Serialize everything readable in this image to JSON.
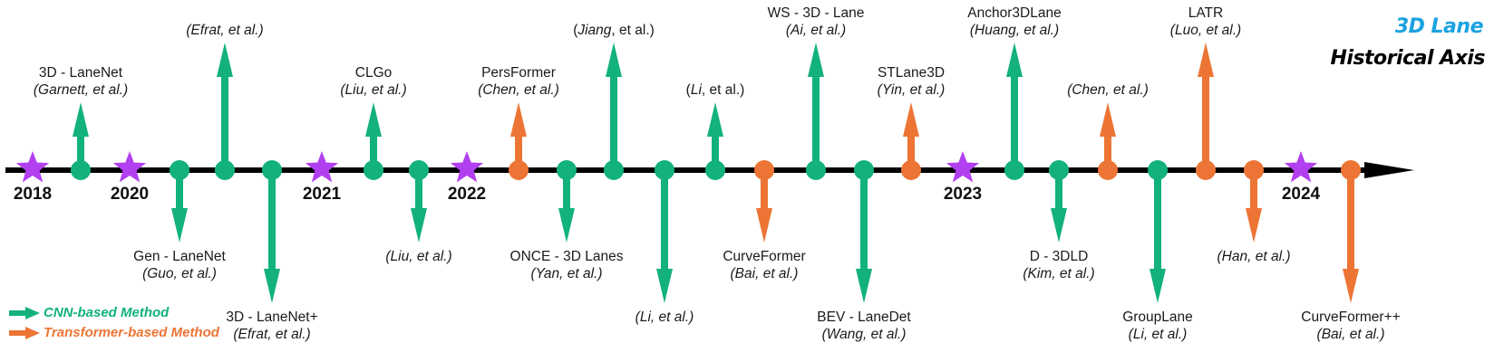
{
  "title": {
    "line1": "3D Lane",
    "line2": "Historical Axis"
  },
  "colors": {
    "cnn": "#12b27a",
    "transformer": "#ec7535",
    "year_star": "#b23ff0",
    "axis": "#000000",
    "title_accent": "#1aa3e0"
  },
  "legend": [
    {
      "label": "CNN-based Method",
      "type": "cnn"
    },
    {
      "label": "Transformer-based Method",
      "type": "transformer"
    }
  ],
  "years": [
    "2018",
    "2020",
    "2021",
    "2022",
    "2023",
    "2024"
  ],
  "milestones": [
    {
      "name": "3D - LaneNet",
      "author": "Garnett",
      "suffix": ", et al.",
      "type": "cnn",
      "direction": "up",
      "level": 1
    },
    {
      "name": "Gen - LaneNet",
      "author": "Guo",
      "suffix": ", et al.",
      "type": "cnn",
      "direction": "down",
      "level": 1
    },
    {
      "name": "",
      "author": "Efrat",
      "suffix": ", et al.",
      "type": "cnn",
      "direction": "up",
      "level": 2
    },
    {
      "name": "3D - LaneNet+",
      "author": "Efrat",
      "suffix": ", et al.",
      "type": "cnn",
      "direction": "down",
      "level": 2
    },
    {
      "name": "CLGo",
      "author": "Liu",
      "suffix": ", et al.",
      "type": "cnn",
      "direction": "up",
      "level": 1
    },
    {
      "name": "",
      "author": "Liu",
      "suffix": ", et al.",
      "type": "cnn",
      "direction": "down",
      "level": 1
    },
    {
      "name": "PersFormer",
      "author": "Chen",
      "suffix": ", et al.",
      "type": "transformer",
      "direction": "up",
      "level": 1
    },
    {
      "name": "ONCE - 3D Lanes",
      "author": "Yan",
      "suffix": ", et al.",
      "type": "cnn",
      "direction": "down",
      "level": 1
    },
    {
      "name": "",
      "author": "Jiang",
      "suffix": ", et al.",
      "upright_suffix": true,
      "type": "cnn",
      "direction": "up",
      "level": 2
    },
    {
      "name": "",
      "author": "Li",
      "suffix": ", et al.",
      "type": "cnn",
      "direction": "down",
      "level": 2
    },
    {
      "name": "",
      "author": "Li",
      "suffix": ", et al.",
      "upright_suffix": true,
      "type": "cnn",
      "direction": "up",
      "level": 1
    },
    {
      "name": "CurveFormer",
      "author": "Bai",
      "suffix": ", et al.",
      "type": "transformer",
      "direction": "down",
      "level": 1
    },
    {
      "name": "WS - 3D - Lane",
      "author": "Ai",
      "suffix": ", et al.",
      "type": "cnn",
      "direction": "up",
      "level": 2
    },
    {
      "name": "BEV - LaneDet",
      "author": "Wang",
      "suffix": ", et al.",
      "type": "cnn",
      "direction": "down",
      "level": 2
    },
    {
      "name": "STLane3D",
      "author": "Yin",
      "suffix": ", et al.",
      "type": "transformer",
      "direction": "up",
      "level": 1
    },
    {
      "name": "Anchor3DLane",
      "author": "Huang",
      "suffix": ", et al.",
      "type": "cnn",
      "direction": "up",
      "level": 2
    },
    {
      "name": "D - 3DLD",
      "author": "Kim",
      "suffix": ", et al.",
      "type": "cnn",
      "direction": "down",
      "level": 1
    },
    {
      "name": "",
      "author": "Chen",
      "suffix": ", et al.",
      "type": "transformer",
      "direction": "up",
      "level": 1
    },
    {
      "name": "GroupLane",
      "author": "Li",
      "suffix": ", et al.",
      "type": "cnn",
      "direction": "down",
      "level": 2
    },
    {
      "name": "LATR",
      "author": "Luo",
      "suffix": ", et al.",
      "type": "transformer",
      "direction": "up",
      "level": 2
    },
    {
      "name": "",
      "author": "Han",
      "suffix": ", et al.",
      "type": "transformer",
      "direction": "down",
      "level": 1
    },
    {
      "name": "CurveFormer++",
      "author": "Bai",
      "suffix": ", et al.",
      "type": "transformer",
      "direction": "down",
      "level": 2
    }
  ],
  "sequence": [
    "Y0",
    "M0",
    "Y1",
    "M1",
    "M2",
    "M3",
    "Y2",
    "M4",
    "M5",
    "Y3",
    "M6",
    "M7",
    "M8",
    "M9",
    "M10",
    "M11",
    "M12",
    "M13",
    "M14",
    "Y4",
    "M15",
    "M16",
    "M17",
    "M18",
    "M19",
    "M20",
    "Y5",
    "M21"
  ]
}
